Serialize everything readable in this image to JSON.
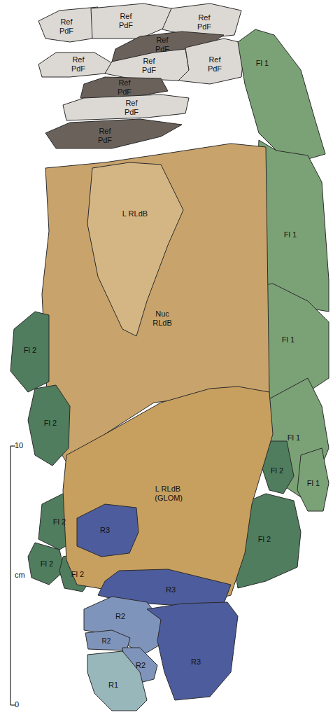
{
  "diagram": {
    "nodes": [
      {
        "text": [
          "Ref PdF"
        ]
      },
      {
        "text": [
          "Ref PdF"
        ]
      },
      {
        "text": [
          "Ref PdF"
        ]
      },
      {
        "text": [
          "Ref PdF"
        ]
      },
      {
        "text": [
          "Ref PdF"
        ]
      },
      {
        "text": [
          "Ref PdF"
        ]
      },
      {
        "text": [
          "Ref PdF"
        ]
      },
      {
        "text": [
          "Ref PdF"
        ]
      },
      {
        "text": [
          "Ref PdF"
        ]
      },
      {
        "text": [
          "Ref PdF"
        ]
      },
      {
        "text": [
          "Fl 1"
        ]
      },
      {
        "text": [
          "Fl 1"
        ]
      },
      {
        "text": [
          "Fl 1"
        ]
      },
      {
        "text": [
          "Fl 1"
        ]
      },
      {
        "text": [
          "Fl 1"
        ]
      },
      {
        "text": [
          "Nuc RLdB"
        ]
      },
      {
        "text": [
          "L RLdB"
        ],
        "in": 15
      },
      {
        "text": [
          "Fl 2"
        ]
      },
      {
        "text": [
          "Fl 2"
        ]
      },
      {
        "text": [
          "Fl 2"
        ]
      },
      {
        "text": [
          "Fl 2"
        ]
      },
      {
        "text": [
          "Fl 2"
        ]
      },
      {
        "text": [
          "Fl 2"
        ]
      },
      {
        "text": [
          "Fl 2"
        ]
      },
      {
        "text": [
          "L RLdB (GLOM)"
        ]
      },
      {
        "text": [
          "R3"
        ],
        "in": 24
      },
      {
        "text": [
          "R3"
        ]
      },
      {
        "text": [
          "R2"
        ]
      },
      {
        "text": [
          "R3"
        ]
      },
      {
        "text": [
          "R2"
        ]
      },
      {
        "text": [
          "R2"
        ]
      },
      {
        "text": [
          "R1"
        ]
      }
    ],
    "labels": [
      "10",
      "cm",
      "0"
    ]
  }
}
